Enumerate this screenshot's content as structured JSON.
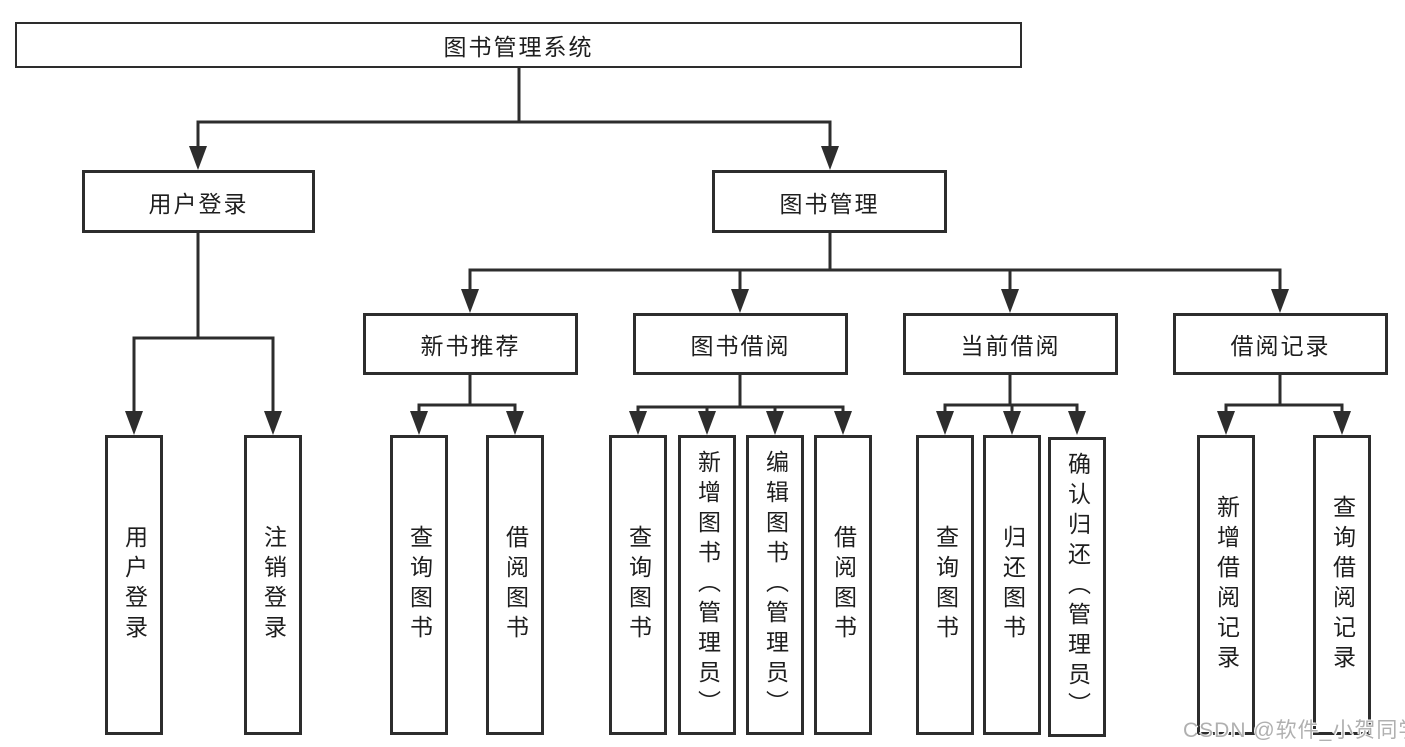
{
  "diagram": {
    "root": {
      "label": "图书管理系统"
    },
    "level2": [
      {
        "label": "用户登录",
        "children": [
          {
            "label": "用户登录"
          },
          {
            "label": "注销登录"
          }
        ]
      },
      {
        "label": "图书管理",
        "children": [
          {
            "label": "新书推荐",
            "children": [
              {
                "label": "查询图书"
              },
              {
                "label": "借阅图书"
              }
            ]
          },
          {
            "label": "图书借阅",
            "children": [
              {
                "label": "查询图书"
              },
              {
                "label": "新增图书（管理员）"
              },
              {
                "label": "编辑图书（管理员）"
              },
              {
                "label": "借阅图书"
              }
            ]
          },
          {
            "label": "当前借阅",
            "children": [
              {
                "label": "查询图书"
              },
              {
                "label": "归还图书"
              },
              {
                "label": "确认归还（管理员）"
              }
            ]
          },
          {
            "label": "借阅记录",
            "children": [
              {
                "label": "新增借阅记录"
              },
              {
                "label": "查询借阅记录"
              }
            ]
          }
        ]
      }
    ]
  },
  "watermark": "CSDN @软件_小贺同学",
  "colors": {
    "line": "#2d2d2d",
    "box_border": "#2d2d2d",
    "box_background": "#ffffff",
    "text": "#1e1e1e",
    "watermark": "#b0b0b0"
  }
}
